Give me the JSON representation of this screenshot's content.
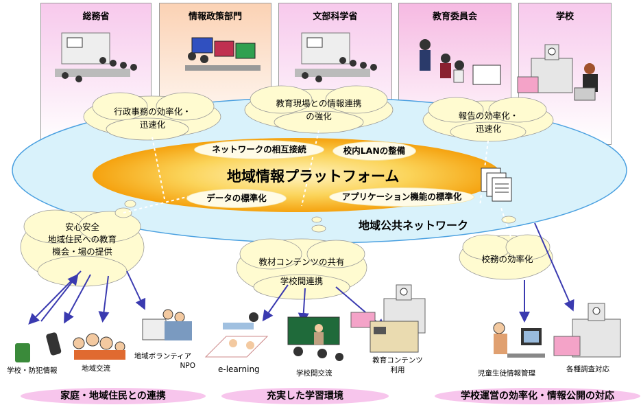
{
  "organizations": [
    {
      "label": "総務省",
      "color": "#f9d7ef"
    },
    {
      "label": "情報政策部門",
      "color": "#fde3c6"
    },
    {
      "label": "文部科学省",
      "color": "#f9d7ef"
    },
    {
      "label": "教育委員会",
      "color": "#f8c8e6"
    },
    {
      "label": "学校",
      "color": "#f9d7ef"
    }
  ],
  "top_clouds": [
    {
      "line1": "行政事務の効率化・",
      "line2": "迅速化"
    },
    {
      "line1": "教育現場との情報連携",
      "line2": "の強化"
    },
    {
      "line1": "報告の効率化・",
      "line2": "迅速化"
    }
  ],
  "platform": {
    "title": "地域情報プラットフォーム",
    "features": [
      "ネットワークの相互接続",
      "校内LANの整備",
      "データの標準化",
      "アプリケーション機能の標準化"
    ]
  },
  "network_label": "地域公共ネットワーク",
  "left_cloud": {
    "line1": "安心安全",
    "line2": "地域住民への教育",
    "line3": "機会・場の提供"
  },
  "center_cloud": {
    "line1": "教材コンテンツの共有",
    "line2": "学校間連携"
  },
  "right_cloud": {
    "line1": "校務の効率化"
  },
  "captions": {
    "school_safety": "学校・防犯情報",
    "local_exchange": "地域交流",
    "volunteer_line1": "地域ボランティア",
    "volunteer_line2": "NPO",
    "elearning": "e-learning",
    "school_exchange": "学校間交流",
    "content_line1": "教育コンテンツ",
    "content_line2": "利用",
    "student_info": "児童生徒情報管理",
    "survey": "各種調査対応"
  },
  "bottom_labels": [
    "家庭・地域住民との連携",
    "充実した学習環境",
    "学校運営の効率化・情報公開の対応"
  ],
  "colors": {
    "network": "#d9f2fb",
    "platform": "#f7b21a",
    "arrow": "#3a3ab0",
    "bottom": "#f7c5ec"
  }
}
